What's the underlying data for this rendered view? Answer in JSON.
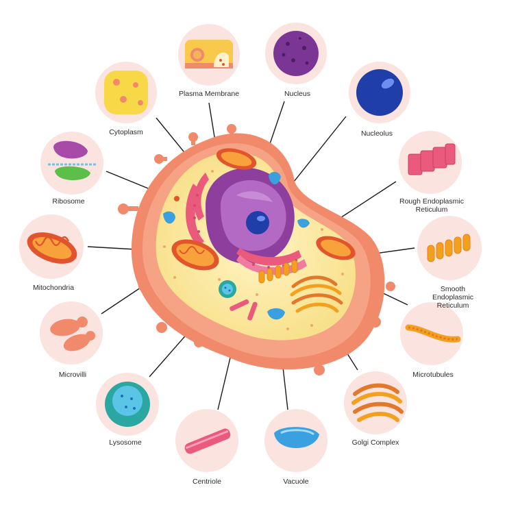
{
  "organelles": {
    "plasma_membrane": "Plasma Membrane",
    "nucleus": "Nucleus",
    "cytoplasm": "Cytoplasm",
    "nucleolus": "Nucleolus",
    "ribosome": "Ribosome",
    "rough_er": "Rough Endoplasmic\nReticulum",
    "mitochondria": "Mitochondria",
    "smooth_er": "Smooth Endoplasmic\nReticulum",
    "microvilli": "Microvilli",
    "microtubules": "Microtubules",
    "lysosome": "Lysosome",
    "golgi": "Golgi Complex",
    "centriole": "Centriole",
    "vacuole": "Vacuole"
  },
  "colors": {
    "circle_bg": "#fbe3df",
    "membrane": "#f08a6b",
    "cytoplasm": "#fbe9a6",
    "nucleus": "#a55bb5",
    "nucleolus": "#1f3ea8",
    "mitochondria": "#e1542c",
    "rough_er": "#e95a7c",
    "smooth_er": "#f4a01f",
    "lysosome": "#2aa7a0",
    "vacuole": "#3aa0df"
  }
}
